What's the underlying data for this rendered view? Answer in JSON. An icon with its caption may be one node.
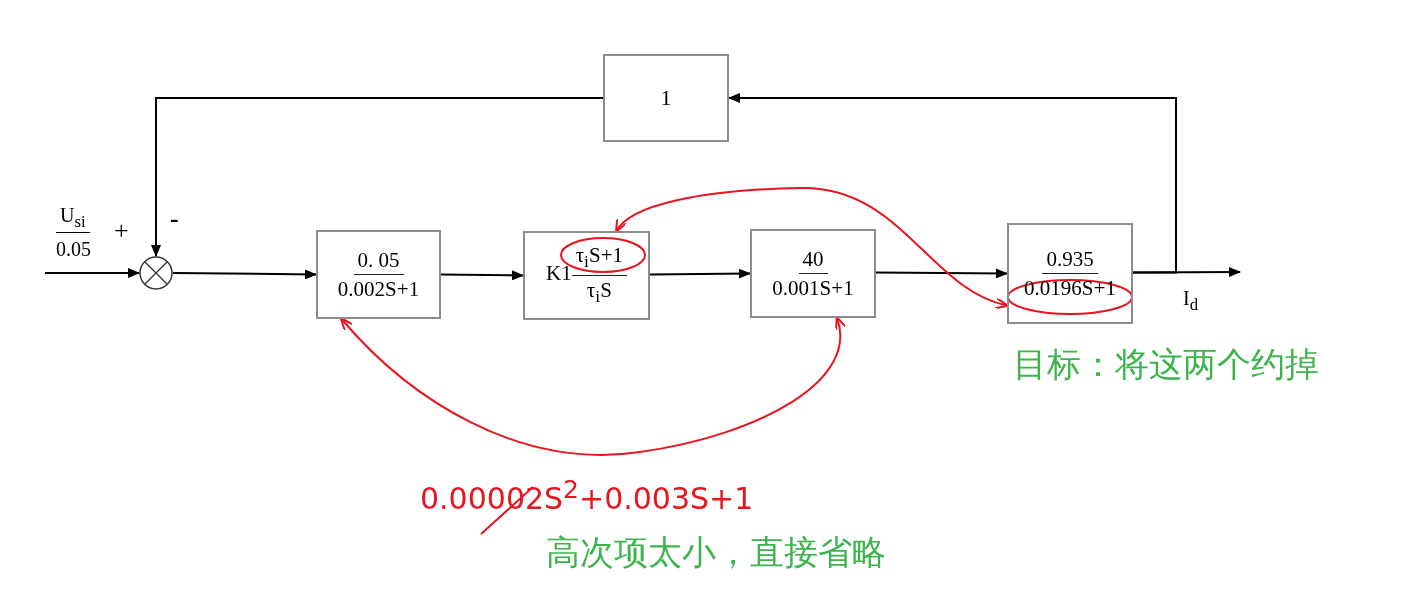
{
  "diagram": {
    "nodes": [
      {
        "text": [],
        "shape": "circle"
      },
      {
        "text": [
          "0. 05",
          "0.002S+1"
        ]
      },
      {
        "text": [
          "K1",
          "τ$_{i}$S+1",
          "τ$_{i}$S"
        ]
      },
      {
        "text": [
          "40",
          "0.001S+1"
        ]
      },
      {
        "text": [
          "0.935",
          "0.0196S+1"
        ]
      },
      {
        "text": [
          "1"
        ]
      }
    ],
    "edges": [
      {
        "from": null,
        "to": 0,
        "arrow": "to"
      },
      {
        "from": 0,
        "to": 1,
        "arrow": "to"
      },
      {
        "from": 1,
        "to": 2,
        "arrow": "to"
      },
      {
        "from": 2,
        "to": 3,
        "arrow": "to"
      },
      {
        "from": 3,
        "to": 4,
        "arrow": "to"
      },
      {
        "from": 4,
        "to": null,
        "arrow": "to"
      },
      {
        "from": 4,
        "to": 5,
        "arrow": "to"
      },
      {
        "from": 5,
        "to": 0,
        "arrow": "to"
      },
      {
        "from": 4,
        "to": 2,
        "arrow": "both",
        "color": "#e8141e"
      },
      {
        "from": 1,
        "to": 3,
        "arrow": "both",
        "color": "#e8141e"
      }
    ],
    "labels": [
      "U$_{si}$",
      "0.05",
      "+",
      "-",
      "I$_{d}$",
      "目标：将这两个约掉",
      "0.00002S$^{2}$+0.003S+1",
      "高次项太小，直接省略"
    ]
  }
}
